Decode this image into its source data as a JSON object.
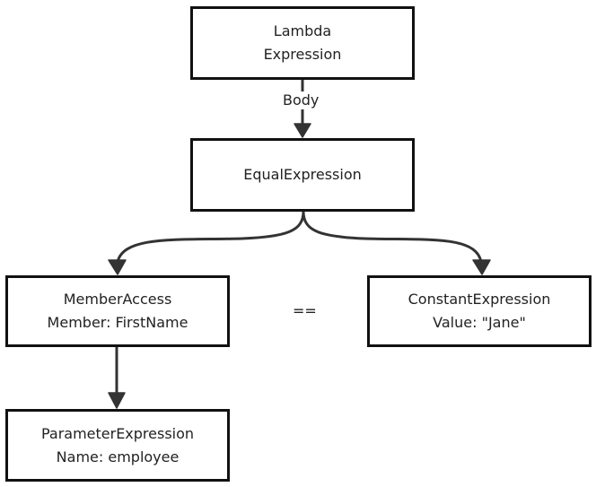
{
  "nodes": {
    "lambda": {
      "line1": "Lambda",
      "line2": "Expression"
    },
    "equal": {
      "line1": "EqualExpression"
    },
    "member": {
      "line1": "MemberAccess",
      "line2": "Member: FirstName"
    },
    "constant": {
      "line1": "ConstantExpression",
      "line2": "Value: \"Jane\""
    },
    "param": {
      "line1": "ParameterExpression",
      "line2": "Name: employee"
    }
  },
  "edges": {
    "body_label": "Body",
    "equals_operator": "=="
  },
  "colors": {
    "stroke": "#111111",
    "edge": "#333333",
    "text": "#222222",
    "background": "#ffffff"
  }
}
